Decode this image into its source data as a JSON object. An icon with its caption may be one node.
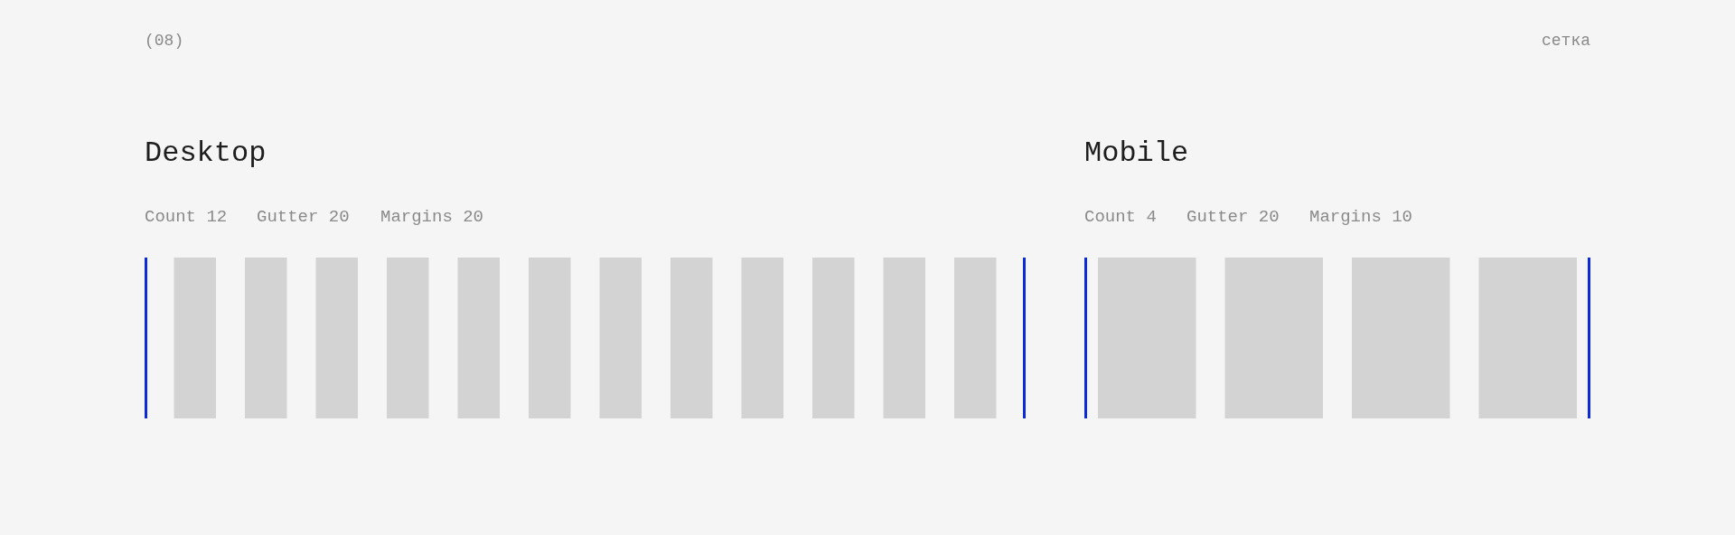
{
  "diagram": {
    "labels": [
      "(08)",
      "сетка",
      "Desktop",
      "Mobile",
      "Count 12",
      "Gutter 20",
      "Margins 20",
      "Count 4",
      "Gutter 20",
      "Margins 10"
    ]
  }
}
